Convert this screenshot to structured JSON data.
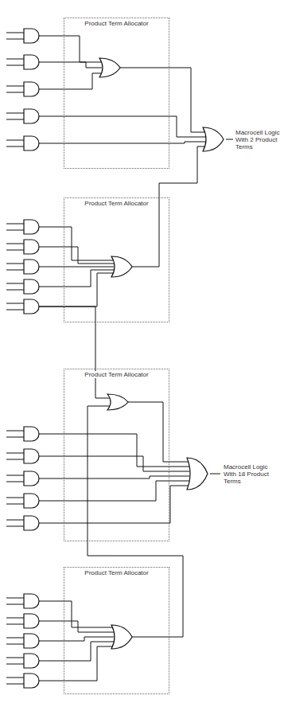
{
  "diagram": {
    "nodes": [
      {
        "text": [
          "Product Term Allocator"
        ]
      },
      {
        "text": [
          "Product Term Allocator"
        ]
      },
      {
        "text": [
          "Product Term Allocator"
        ]
      },
      {
        "text": [
          "Product Term Allocator"
        ]
      }
    ],
    "labels": [
      "Macrocell Logic With 2 Product Terms",
      "Macrocell Logic With 18 Product Terms"
    ]
  }
}
